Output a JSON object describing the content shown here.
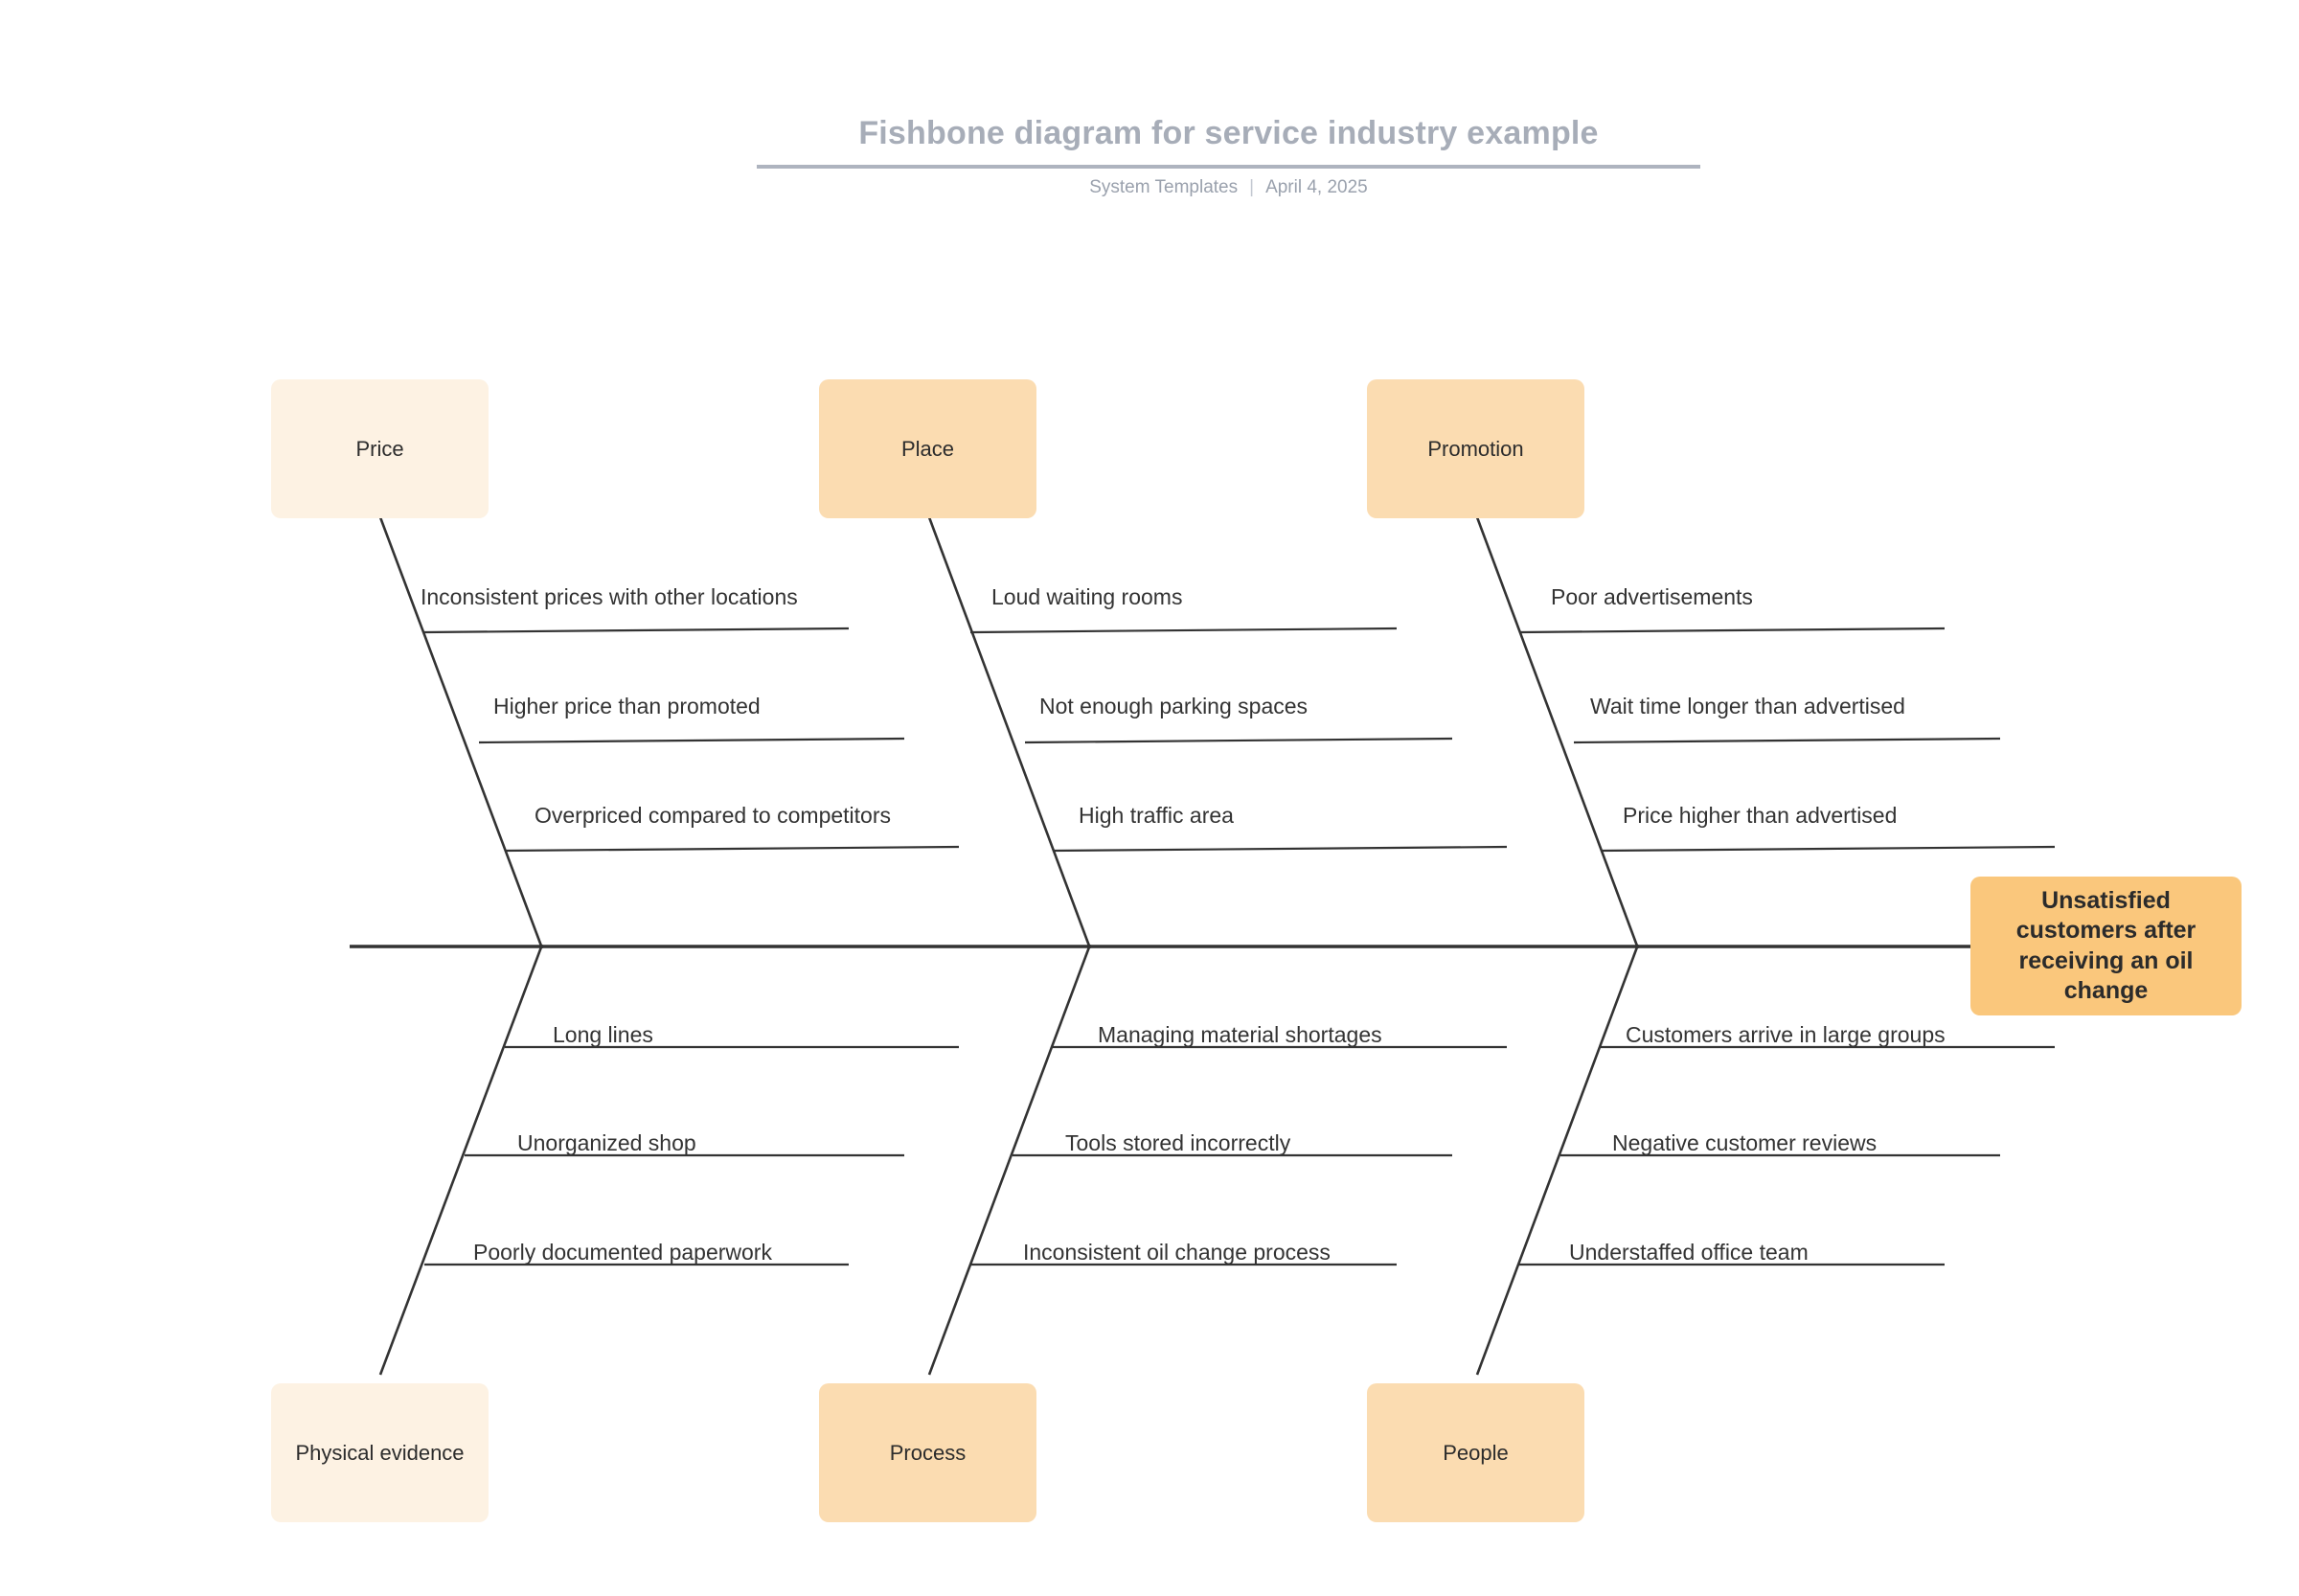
{
  "header": {
    "title": "Fishbone diagram for service industry example",
    "author": "System Templates",
    "separator": "|",
    "date": "April 4, 2025"
  },
  "colors": {
    "box_light": "#fdf2e3",
    "box_medium": "#fbdcb1",
    "box_strong": "#fac77c",
    "line": "#333333",
    "title_text": "#a7adb8",
    "body_text": "#333333",
    "background": "#ffffff"
  },
  "effect": {
    "label": "Unsatisfied customers after receiving an oil change"
  },
  "chart_data": {
    "type": "diagram",
    "diagram_type": "fishbone",
    "title": "Fishbone diagram for service industry example",
    "effect": "Unsatisfied customers after receiving an oil change",
    "categories": [
      {
        "name": "Price",
        "position": "top",
        "color": "#fdf2e3",
        "causes": [
          "Inconsistent prices with other locations",
          "Higher price than promoted",
          "Overpriced compared to competitors"
        ]
      },
      {
        "name": "Place",
        "position": "top",
        "color": "#fbdcb1",
        "causes": [
          "Loud waiting rooms",
          "Not enough parking spaces",
          "High traffic area"
        ]
      },
      {
        "name": "Promotion",
        "position": "top",
        "color": "#fbdcb1",
        "causes": [
          "Poor advertisements",
          "Wait time longer than advertised",
          "Price higher than advertised"
        ]
      },
      {
        "name": "Physical evidence",
        "position": "bottom",
        "color": "#fdf2e3",
        "causes": [
          "Long lines",
          "Unorganized shop",
          "Poorly documented paperwork"
        ]
      },
      {
        "name": "Process",
        "position": "bottom",
        "color": "#fbdcb1",
        "causes": [
          "Managing material shortages",
          "Tools stored incorrectly",
          "Inconsistent oil change process"
        ]
      },
      {
        "name": "People",
        "position": "bottom",
        "color": "#fbdcb1",
        "causes": [
          "Customers arrive in large groups",
          "Negative customer reviews",
          "Understaffed office team"
        ]
      }
    ]
  },
  "boxes": {
    "price": "Price",
    "place": "Place",
    "promotion": "Promotion",
    "physical_evidence": "Physical evidence",
    "process": "Process",
    "people": "People"
  },
  "causes": {
    "price": {
      "c1": "Inconsistent prices with other locations",
      "c2": "Higher price than promoted",
      "c3": "Overpriced compared to competitors"
    },
    "place": {
      "c1": "Loud waiting rooms",
      "c2": "Not enough parking spaces",
      "c3": "High traffic area"
    },
    "promotion": {
      "c1": "Poor advertisements",
      "c2": "Wait time longer than advertised",
      "c3": "Price higher than advertised"
    },
    "physical_evidence": {
      "c1": "Long lines",
      "c2": "Unorganized shop",
      "c3": "Poorly documented paperwork"
    },
    "process": {
      "c1": "Managing material shortages",
      "c2": "Tools stored incorrectly",
      "c3": "Inconsistent oil change process"
    },
    "people": {
      "c1": "Customers arrive in large groups",
      "c2": "Negative customer reviews",
      "c3": "Understaffed office team"
    }
  }
}
